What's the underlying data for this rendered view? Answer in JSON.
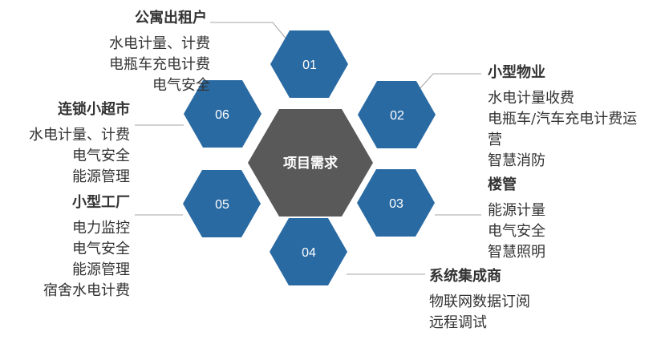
{
  "center": {
    "label": "项目需求",
    "color": "#595959"
  },
  "hex_color": "#2a6aa3",
  "line_color": "#a6a6a6",
  "segments": [
    {
      "id": "01",
      "title": "公寓出租户",
      "items": [
        "水电计量、计费",
        "电瓶车充电计费",
        "电气安全"
      ]
    },
    {
      "id": "02",
      "title": "小型物业",
      "items": [
        "水电计量收费",
        "电瓶车/汽车充电计费运",
        "营",
        "智慧消防"
      ]
    },
    {
      "id": "03",
      "title": "楼管",
      "items": [
        "能源计量",
        "电气安全",
        "智慧照明"
      ]
    },
    {
      "id": "04",
      "title": "系统集成商",
      "items": [
        "物联网数据订阅",
        "远程调试"
      ]
    },
    {
      "id": "05",
      "title": "小型工厂",
      "items": [
        "电力监控",
        "电气安全",
        "能源管理",
        "宿舍水电计费"
      ]
    },
    {
      "id": "06",
      "title": "连锁小超市",
      "items": [
        "水电计量、计费",
        "电气安全",
        "能源管理"
      ]
    }
  ]
}
